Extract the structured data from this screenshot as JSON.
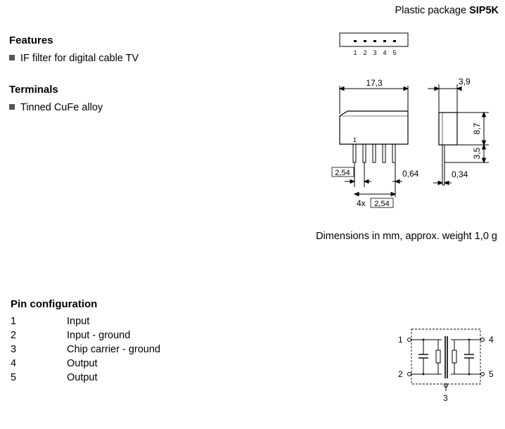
{
  "header": {
    "package_prefix": "Plastic package",
    "package_name": "SIP5K"
  },
  "features": {
    "title": "Features",
    "items": [
      "IF filter for digital cable TV"
    ]
  },
  "terminals": {
    "title": "Terminals",
    "items": [
      "Tinned CuFe alloy"
    ]
  },
  "drawing": {
    "pin_numbers": [
      "1",
      "2",
      "3",
      "4",
      "5"
    ],
    "pin1_marker": "1",
    "width_dim": "17,3",
    "depth_dim": "3,9",
    "height_dim": "8,7",
    "lead_dim": "3,5",
    "pitch_dim": "2,54",
    "lead_width_dim": "0,64",
    "lead_thickness_dim": "0,34",
    "span_prefix": "4x",
    "span_dim": "2,54"
  },
  "dimensions_note": "Dimensions in mm, approx. weight 1,0 g",
  "pin_configuration": {
    "title": "Pin configuration",
    "pins": [
      {
        "num": "1",
        "desc": "Input"
      },
      {
        "num": "2",
        "desc": "Input - ground"
      },
      {
        "num": "3",
        "desc": "Chip carrier - ground"
      },
      {
        "num": "4",
        "desc": "Output"
      },
      {
        "num": "5",
        "desc": "Output"
      }
    ]
  },
  "schematic": {
    "labels": [
      "1",
      "2",
      "3",
      "4",
      "5"
    ]
  }
}
